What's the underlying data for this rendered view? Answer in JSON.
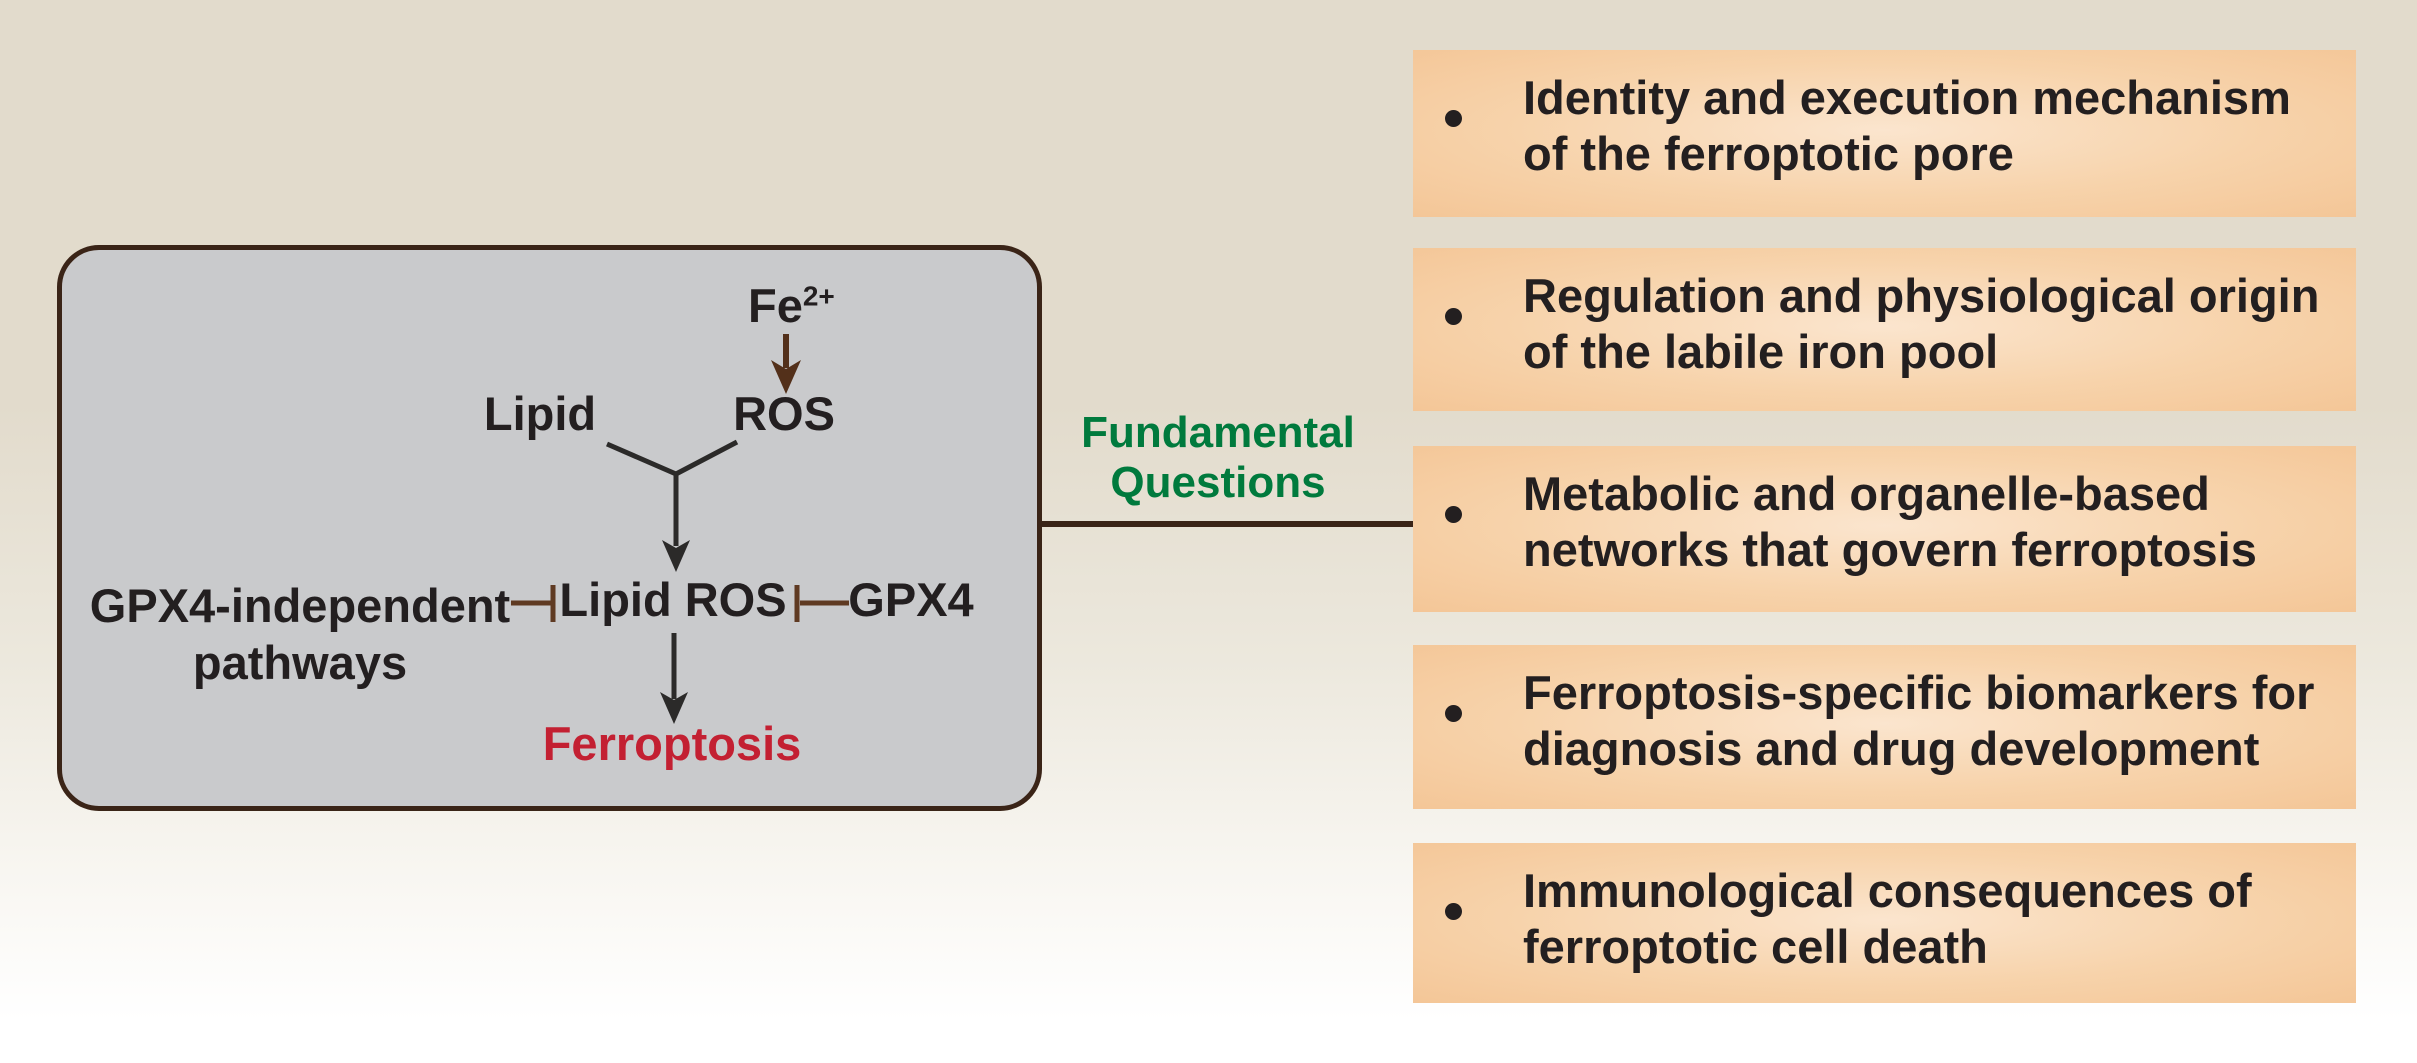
{
  "colors": {
    "bg-top": "#e2dbcc",
    "bg-bottom": "#ffffff",
    "panel-gray": "#c9cacc",
    "border-brown": "#3a2417",
    "arrow-black": "#2b2a29",
    "arrow-brown": "#53301a",
    "inhibit-brown": "#5f3a22",
    "green": "#007a3d",
    "red": "#c32032",
    "orange-edge": "#f4c697",
    "orange-center": "#fbe5ce",
    "text-dark": "#231f20"
  },
  "diagram": {
    "fe": {
      "base": "Fe",
      "sup": "2+"
    },
    "lipid": "Lipid",
    "ros": "ROS",
    "lipid_ros": "Lipid ROS",
    "gpx4": "GPX4",
    "gpx4_independent": {
      "line1": "GPX4-independent",
      "line2": "pathways"
    },
    "ferroptosis": "Ferroptosis"
  },
  "connector": {
    "label": {
      "line1": "Fundamental",
      "line2": "Questions"
    }
  },
  "right_panel": {
    "items": [
      {
        "line1": "Identity and execution mechanism",
        "line2": "of the ferroptotic pore"
      },
      {
        "line1": "Regulation and physiological origin",
        "line2": "of the labile iron pool"
      },
      {
        "line1": "Metabolic and organelle-based",
        "line2": "networks that govern ferroptosis"
      },
      {
        "line1": "Ferroptosis-specific biomarkers for",
        "line2": "diagnosis and drug development"
      },
      {
        "line1": "Immunological consequences of",
        "line2": "ferroptotic cell death"
      }
    ]
  }
}
